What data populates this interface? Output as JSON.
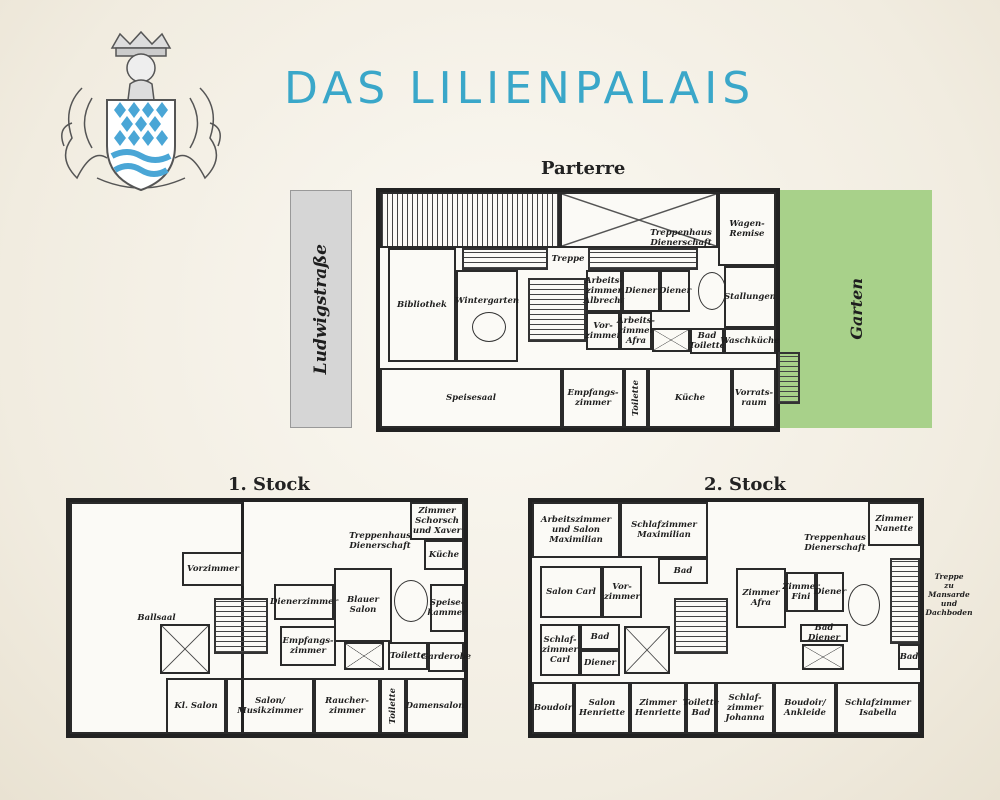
{
  "title": "DAS LILIENPALAIS",
  "crest": {
    "icon": "coat-of-arms-icon",
    "colors": {
      "blue": "#4aa6d6",
      "outline": "#555555"
    }
  },
  "street_label": "Ludwigstraße",
  "garden_label": "Garten",
  "colors": {
    "title": "#3aa7c9",
    "garden": "#a8d18a",
    "street": "#d6d6d6"
  },
  "floors": {
    "parterre": {
      "heading": "Parterre",
      "rooms": {
        "treppe": "Treppe",
        "treppenhaus": "Treppenhaus\nDienerschaft",
        "wagenremise": "Wagen-\nRemise",
        "bibliothek": "Bibliothek",
        "wintergarten": "Wintergarten",
        "arbeitszimmer_albrecht": "Arbeits-\nzimmer\nAlbrecht",
        "diener1": "Diener",
        "diener2": "Diener",
        "stallungen": "Stallungen",
        "vorzimmer": "Vor-\nzimmer",
        "arbeitszimmer_afra": "Arbeits-\nzimmer\nAfra",
        "bad_toilette": "Bad\nToilette",
        "waschkueche": "Waschküche",
        "speisesaal": "Speisesaal",
        "empfangszimmer": "Empfangs-\nzimmer",
        "toilette": "Toilette",
        "kueche": "Küche",
        "vorratsraum": "Vorrats-\nraum"
      }
    },
    "stock1": {
      "heading": "1. Stock",
      "rooms": {
        "ballsaal": "Ballsaal",
        "vorzimmer": "Vorzimmer",
        "dienerzimmer": "Dienerzimmer",
        "blauer_salon": "Blauer\nSalon",
        "treppenhaus": "Treppenhaus\nDienerschaft",
        "zimmer_schorsch": "Zimmer\nSchorsch\nund Xaver",
        "kueche": "Küche",
        "speisekammer": "Speise-\nkammer",
        "empfangszimmer": "Empfangs-\nzimmer",
        "toilette": "Toilette",
        "garderobe": "Garderobe",
        "kl_salon": "Kl. Salon",
        "salon_musik": "Salon/\nMusikzimmer",
        "raucherzimmer": "Raucher-\nzimmer",
        "toilette2": "Toilette",
        "damensalon": "Damensalon"
      }
    },
    "stock2": {
      "heading": "2. Stock",
      "rooms": {
        "arbeitszimmer_max": "Arbeitszimmer\nund Salon\nMaximilian",
        "schlafzimmer_max": "Schlafzimmer\nMaximilian",
        "treppenhaus": "Treppenhaus\nDienerschaft",
        "zimmer_nanette": "Zimmer\nNanette",
        "bad1": "Bad",
        "salon_carl": "Salon Carl",
        "vorzimmer": "Vor-\nzimmer",
        "zimmer_afra": "Zimmer\nAfra",
        "zimmer_fini": "Zimmer\nFini",
        "diener1": "Diener",
        "schlafzimmer_carl": "Schlaf-\nzimmer\nCarl",
        "bad2": "Bad",
        "diener2": "Diener",
        "bad_diener_bad": "Bad",
        "bad_diener_diener": "Diener",
        "bad3": "Bad",
        "boudoir": "Boudoir",
        "salon_henriette": "Salon\nHenriette",
        "zimmer_henriette": "Zimmer\nHenriette",
        "toilette_bad": "Toilette\nBad",
        "schlafzimmer_johanna": "Schlaf-\nzimmer\nJohanna",
        "boudoir_ankleide": "Boudoir/\nAnkleide",
        "schlafzimmer_isabella": "Schlafzimmer\nIsabella"
      },
      "side_note": "Treppe\nzu\nMansarde\nund\nDachboden"
    }
  }
}
